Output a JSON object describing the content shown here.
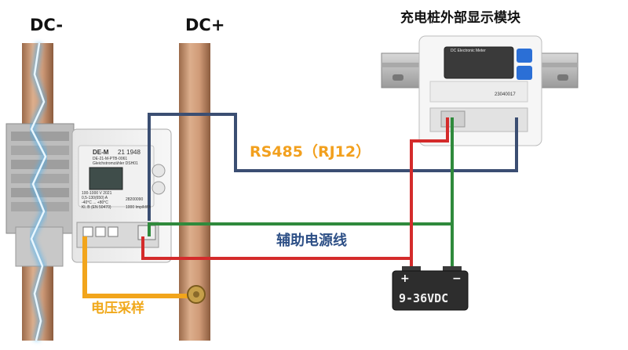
{
  "labels": {
    "dc_minus": "DC-",
    "dc_plus": "DC+",
    "module_title": "充电桩外部显示模块",
    "rs485": "RS485（RJ12）",
    "aux_power": "辅助电源线",
    "voltage_sampling": "电压采样",
    "battery": "9-36VDC",
    "battery_plus": "+",
    "battery_minus": "−"
  },
  "meter": {
    "model": "DE-M",
    "model_num": "21  1948",
    "sub1": "DE-21-M-PTB-0061",
    "sub2": "Gleichstromzähler DSH01",
    "spec1": "100-1000 V  2021",
    "spec2": "0,5-130(650) A",
    "spec3": "-40°C ... +80°C",
    "spec4": "Kl. B  (EN 50470)",
    "serial": "28200090",
    "rate": "1000 Imp/kWh"
  },
  "display": {
    "title": "DC Electronic Meter",
    "serial": "23040017"
  },
  "colors": {
    "rs485_wire": "#3b4e72",
    "red_wire": "#d42b2b",
    "green_wire": "#2f8a3c",
    "sampling_wire": "#f2a51c",
    "copper": "#c5936e",
    "lightning": "#4fb3f2",
    "battery_body": "#2d2d2d"
  }
}
